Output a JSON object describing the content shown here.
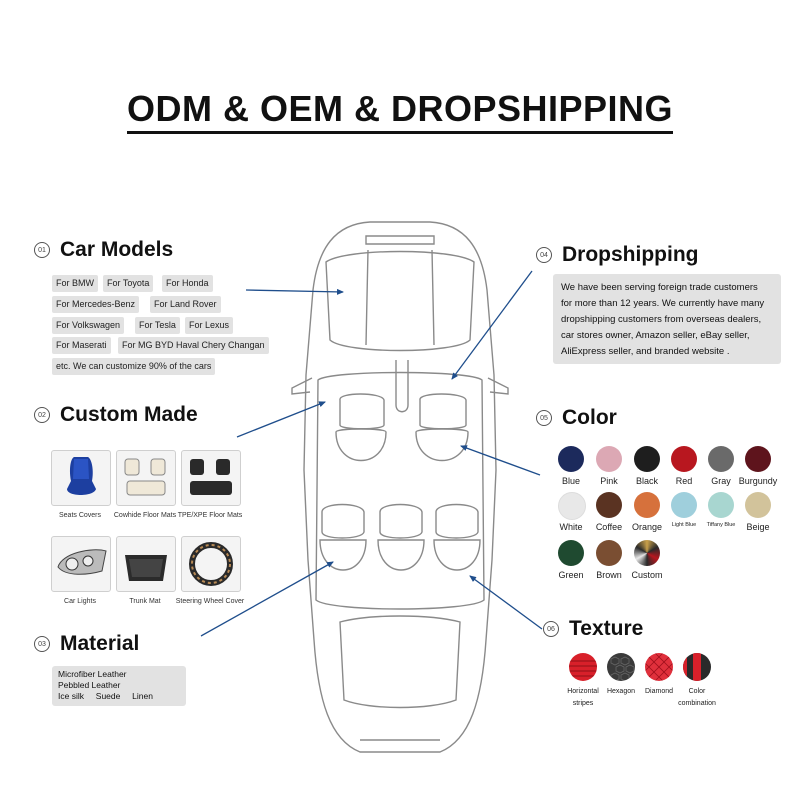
{
  "title": "ODM & OEM & DROPSHIPPING",
  "car_models": {
    "num": "01",
    "title": "Car Models",
    "tags": [
      "For BMW",
      "For Toyota",
      "For Honda",
      "For Mercedes-Benz",
      "For Land Rover",
      "For Volkswagen",
      "For Tesla",
      "For Lexus",
      "For Maserati",
      "For MG BYD Haval Chery Changan",
      "etc. We can customize 90% of the cars"
    ]
  },
  "custom_made": {
    "num": "02",
    "title": "Custom Made",
    "products": [
      {
        "label": "Seats Covers",
        "icon": "seat-cover-icon"
      },
      {
        "label": "Cowhide Floor Mats",
        "icon": "floor-mat-icon"
      },
      {
        "label": "TPE/XPE Floor Mats",
        "icon": "tpe-mat-icon"
      },
      {
        "label": "Car Lights",
        "icon": "headlight-icon"
      },
      {
        "label": "Trunk Mat",
        "icon": "trunk-mat-icon"
      },
      {
        "label": "Steering Wheel Cover",
        "icon": "steering-wheel-icon"
      }
    ]
  },
  "material": {
    "num": "03",
    "title": "Material",
    "lines": [
      "Microfiber Leather",
      "Pebbled Leather",
      "Ice silk     Suede     Linen"
    ]
  },
  "dropshipping": {
    "num": "04",
    "title": "Dropshipping",
    "lines": [
      "We  have been serving foreign trade customers",
      "for more than 12 years. We currently have many",
      "dropshipping customers from overseas dealers,",
      "car stores owner, Amazon seller, eBay seller,",
      "AliExpress seller, and branded website ."
    ]
  },
  "color": {
    "num": "05",
    "title": "Color",
    "swatches": [
      {
        "name": "Blue",
        "hex": "#1c2a5c"
      },
      {
        "name": "Pink",
        "hex": "#dca8b4"
      },
      {
        "name": "Black",
        "hex": "#1e1e1e"
      },
      {
        "name": "Red",
        "hex": "#b8171f"
      },
      {
        "name": "Gray",
        "hex": "#6a6a6a"
      },
      {
        "name": "Burgundy",
        "hex": "#5e141c"
      },
      {
        "name": "White",
        "hex": "#e8e8e8"
      },
      {
        "name": "Coffee",
        "hex": "#5a3322"
      },
      {
        "name": "Orange",
        "hex": "#d6713c"
      },
      {
        "name": "Light Blue",
        "hex": "#9fcfdc"
      },
      {
        "name": "Tiffany Blue",
        "hex": "#a8d6d0"
      },
      {
        "name": "Beige",
        "hex": "#d2c39b"
      },
      {
        "name": "Green",
        "hex": "#1f4a30"
      },
      {
        "name": "Brown",
        "hex": "#7a4e32"
      },
      {
        "name": "Custom",
        "hex": "#333333"
      }
    ]
  },
  "texture": {
    "num": "06",
    "title": "Texture",
    "items": [
      {
        "label": "Horizontal stripes",
        "icon": "horizontal-stripes-icon"
      },
      {
        "label": "Hexagon",
        "icon": "hexagon-icon"
      },
      {
        "label": "Diamond",
        "icon": "diamond-icon"
      },
      {
        "label": "Color combination",
        "icon": "color-combination-icon"
      }
    ]
  },
  "colors": {
    "arrow": "#1f4e8c",
    "tag_bg": "#e2e2e2",
    "outline": "#8a8a8a"
  }
}
